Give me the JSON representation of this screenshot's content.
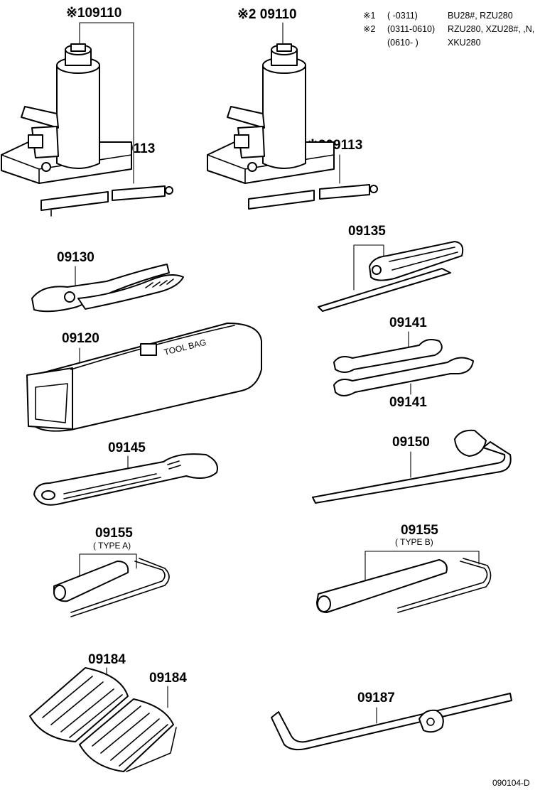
{
  "notes": {
    "n1_mark": "※1",
    "n1_range": "(        -0311)",
    "n1_models": "BU28#, RZU280",
    "n2_mark": "※2",
    "n2_range": "(0311-0610)",
    "n2_models": "RZU280, XZU28#, ,N,",
    "n3_range": "(0610-        )",
    "n3_models": "XKU280"
  },
  "parts": {
    "jack1": "※109110",
    "jack1_handle": "※109113",
    "jack2": "※2 09110",
    "jack2_handle": "※209113",
    "pliers": "09130",
    "screwdriver": "09135",
    "tool_bag": "09120",
    "wrench_top": "09141",
    "wrench_bottom": "09141",
    "adjustable_wrench": "09145",
    "wheel_nut_wrench": "09150",
    "plug_wrench_a": "09155",
    "plug_wrench_a_type": "( TYPE A)",
    "plug_wrench_b": "09155",
    "plug_wrench_b_type": "( TYPE B)",
    "chock_left": "09184",
    "chock_right": "09184",
    "jack_handle_ext": "09187"
  },
  "bag_print": "TOOL BAG",
  "drawing_ref": "090104-D"
}
